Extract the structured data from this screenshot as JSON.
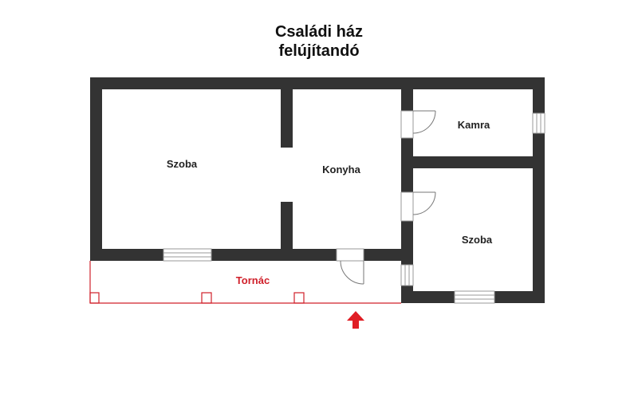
{
  "title": {
    "line1": "Családi ház",
    "line2": "felújítandó"
  },
  "rooms": {
    "szoba_left": "Szoba",
    "konyha": "Konyha",
    "kamra": "Kamra",
    "szoba_right": "Szoba",
    "tornac": "Tornác"
  },
  "colors": {
    "wall": "#333333",
    "porch": "#d0202a",
    "arrow": "#e01e25",
    "fixture": "#9a9a9a"
  }
}
